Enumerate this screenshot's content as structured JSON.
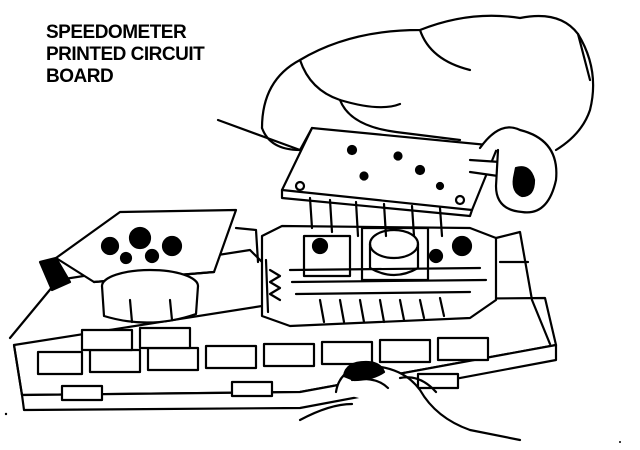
{
  "callout": {
    "lines": [
      "SPEEDOMETER",
      "PRINTED CIRCUIT",
      "BOARD"
    ]
  },
  "colors": {
    "ink": "#000000",
    "paper": "#ffffff"
  }
}
